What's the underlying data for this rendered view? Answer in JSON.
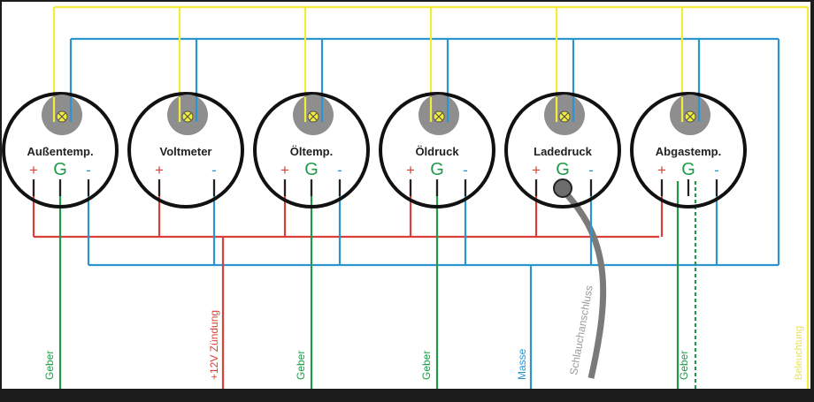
{
  "gauges": [
    {
      "name": "Außentemp.",
      "terminals": [
        "+",
        "G",
        "-"
      ],
      "bottom_label": "Geber"
    },
    {
      "name": "Voltmeter",
      "terminals": [
        "+",
        "",
        "-"
      ],
      "bottom_label": "+12V Zündung"
    },
    {
      "name": "Öltemp.",
      "terminals": [
        "+",
        "G",
        "-"
      ],
      "bottom_label": "Geber"
    },
    {
      "name": "Öldruck",
      "terminals": [
        "+",
        "G",
        "-"
      ],
      "bottom_label": "Geber"
    },
    {
      "name": "Ladedruck",
      "terminals": [
        "+",
        "G",
        "-"
      ],
      "bottom_label": "Masse"
    },
    {
      "name": "Abgastemp.",
      "terminals": [
        "+",
        "G",
        "-"
      ],
      "bottom_label": "Geber"
    }
  ],
  "labels": {
    "hose": "Schlauchanschluss",
    "lighting": "Beleuchtung",
    "ground": "Masse",
    "ignition": "+12V Zündung",
    "sender": "Geber"
  },
  "colors": {
    "lighting": "#f2ec3a",
    "ground": "#2b95d0",
    "positive": "#d9403a",
    "sender": "#1f9a4a",
    "hose": "#7a7a7a",
    "bulb": "#8e8e8e",
    "ring": "#111111"
  }
}
